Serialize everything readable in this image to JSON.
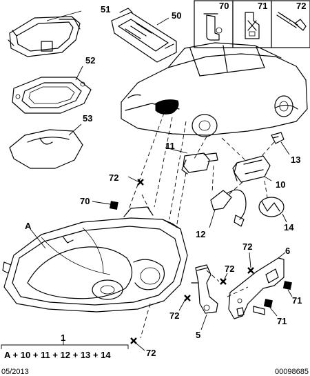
{
  "callouts": {
    "p51": "51",
    "p50": "50",
    "p52": "52",
    "p53": "53",
    "p70_box": "70",
    "p71_box": "71",
    "p72_box": "72",
    "p11": "11",
    "p13": "13",
    "p10": "10",
    "p12": "12",
    "p14": "14",
    "p72_a": "72",
    "p70": "70",
    "pA": "A",
    "p72_b": "72",
    "p6": "6",
    "p72_c": "72",
    "p72_d": "72",
    "p71_a": "71",
    "p71_b": "71",
    "p5": "5",
    "p72_e": "72",
    "p1": "1"
  },
  "formula": "A + 10 + 11 + 12 + 13 + 14",
  "footer": {
    "date": "05/2013",
    "reference": "00098685"
  }
}
